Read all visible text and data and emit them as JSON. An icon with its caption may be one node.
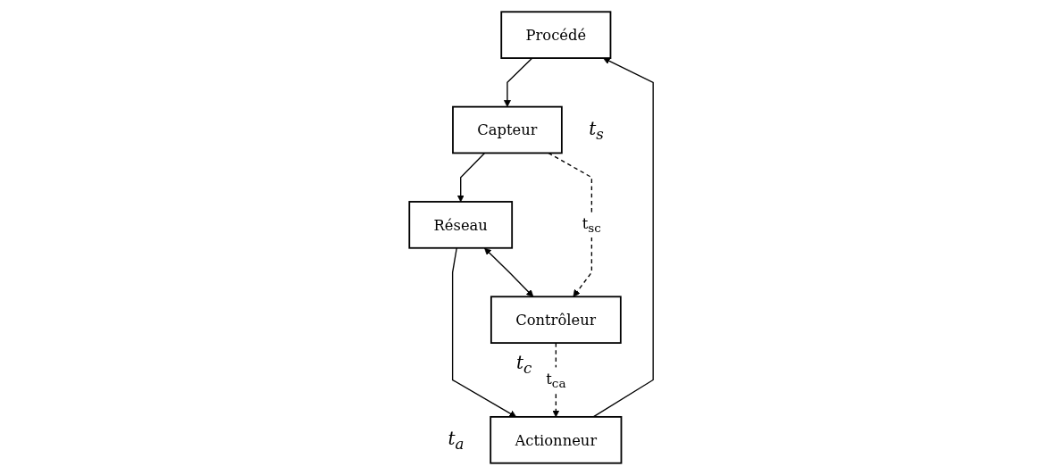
{
  "diagram": {
    "nodes": [
      {
        "text": [
          "Procédé"
        ]
      },
      {
        "text": [
          "Actionneur"
        ],
        "beside": [
          "t$_{a}$"
        ]
      },
      {
        "text": [
          "Capteur"
        ],
        "beside": [
          "t$_{s}$"
        ]
      },
      {
        "text": [
          "Réseau"
        ]
      },
      {
        "text": [
          "Contrôleur"
        ],
        "beside": [
          "t$_{c}$"
        ]
      }
    ],
    "edges": [
      {
        "from": 1,
        "to": 0,
        "arrow": "to"
      },
      {
        "from": 0,
        "to": 2,
        "arrow": "to"
      },
      {
        "from": 3,
        "to": 1,
        "arrow": "to"
      },
      {
        "from": 2,
        "to": 3,
        "arrow": "to"
      },
      {
        "from": 4,
        "to": 1,
        "arrow": "to",
        "style": "dashed",
        "label": "t$_{ca}$"
      },
      {
        "from": 2,
        "to": 4,
        "arrow": "to",
        "style": "dashed",
        "label": "t$_{sc}$"
      },
      {
        "from": 3,
        "to": 4,
        "arrow": "both"
      }
    ]
  }
}
